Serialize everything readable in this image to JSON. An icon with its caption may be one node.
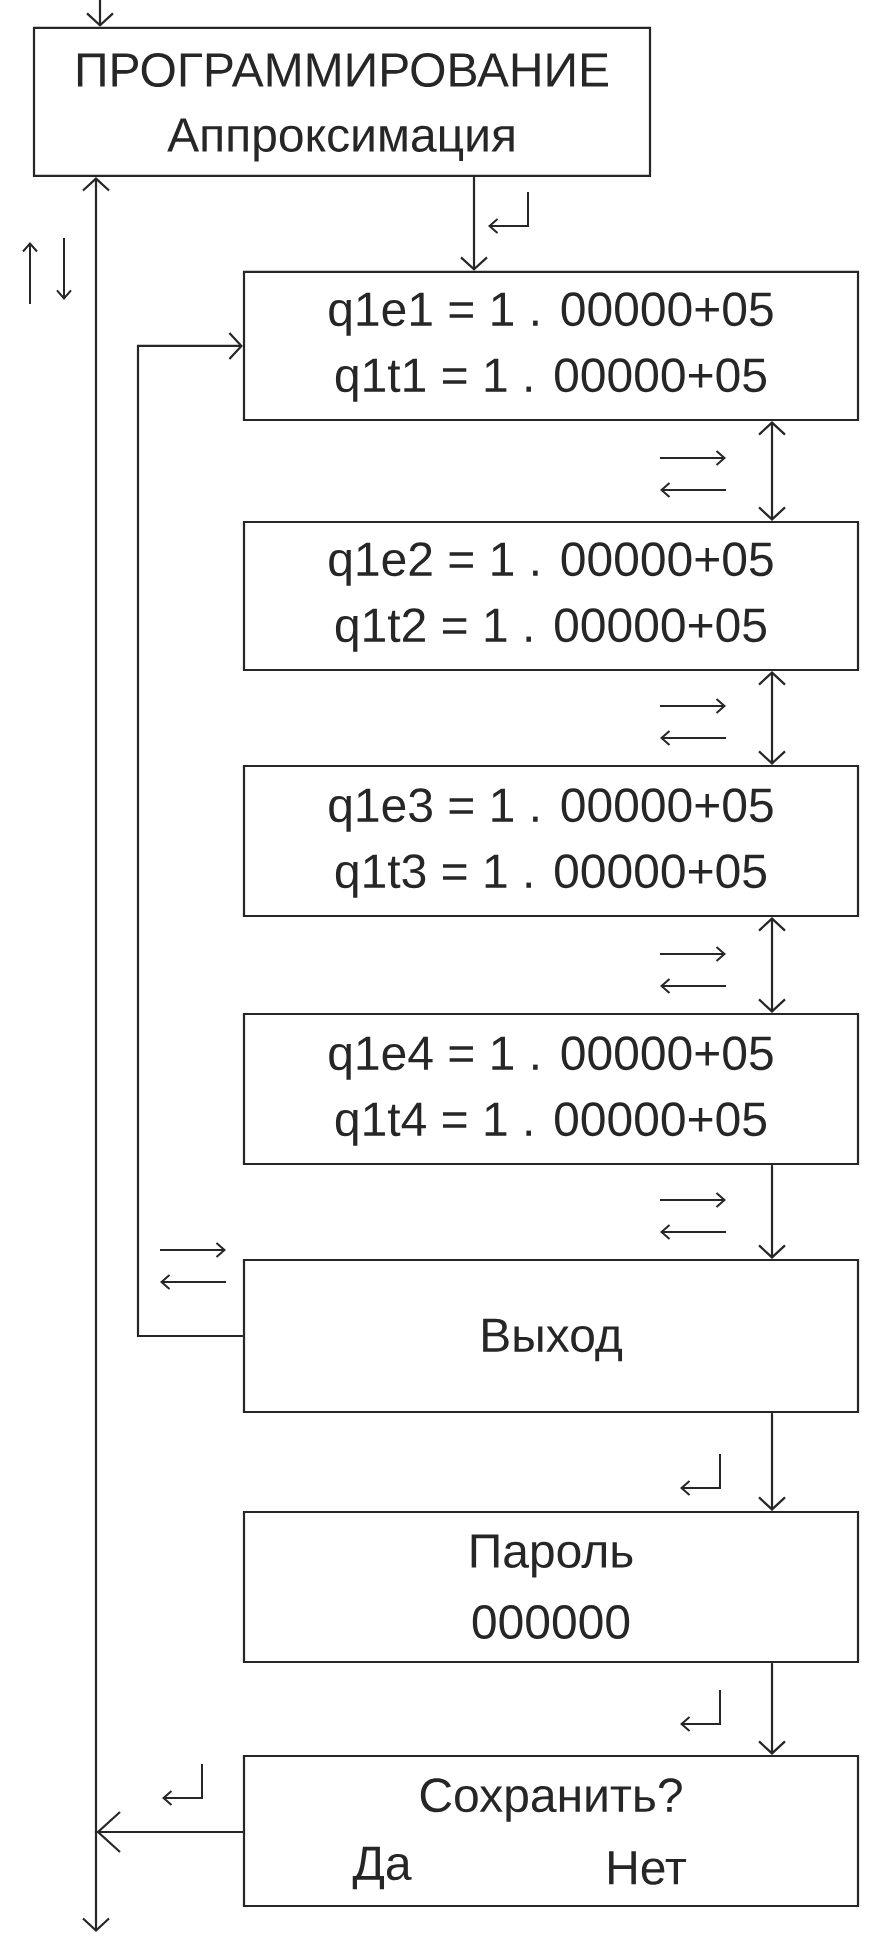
{
  "diagram": {
    "nodes": [
      {
        "text": [
          "ПРОГРАММИРОВАНИЕ",
          "Аппроксимация"
        ]
      },
      {
        "text": [
          "q1e1 = 1 . 00000+05",
          "q1t1 = 1 . 00000+05"
        ]
      },
      {
        "text": [
          "q1e2 = 1 . 00000+05",
          "q1t2 = 1 . 00000+05"
        ]
      },
      {
        "text": [
          "q1e3 = 1 . 00000+05",
          "q1t3 = 1 . 00000+05"
        ]
      },
      {
        "text": [
          "q1e4 = 1 . 00000+05",
          "q1t4 = 1 . 00000+05"
        ]
      },
      {
        "text": [
          "Выход"
        ]
      },
      {
        "text": [
          "Пароль",
          "000000"
        ]
      },
      {
        "text": [
          "Сохранить?",
          "Да",
          "Нет"
        ]
      }
    ],
    "edges": [
      {
        "from": null,
        "to": 0,
        "arrow": "to"
      },
      {
        "from": 0,
        "to": 1,
        "arrow": "to"
      },
      {
        "from": 1,
        "to": 2,
        "arrow": "both"
      },
      {
        "from": 2,
        "to": 3,
        "arrow": "both"
      },
      {
        "from": 3,
        "to": 4,
        "arrow": "both"
      },
      {
        "from": 4,
        "to": 5,
        "arrow": "to"
      },
      {
        "from": 5,
        "to": 1,
        "arrow": "to"
      },
      {
        "from": 5,
        "to": 6,
        "arrow": "to"
      },
      {
        "from": 6,
        "to": 7,
        "arrow": "to"
      },
      {
        "from": 7,
        "to": 0,
        "arrow": "to"
      },
      {
        "from": 7,
        "to": null,
        "arrow": "to"
      }
    ]
  }
}
